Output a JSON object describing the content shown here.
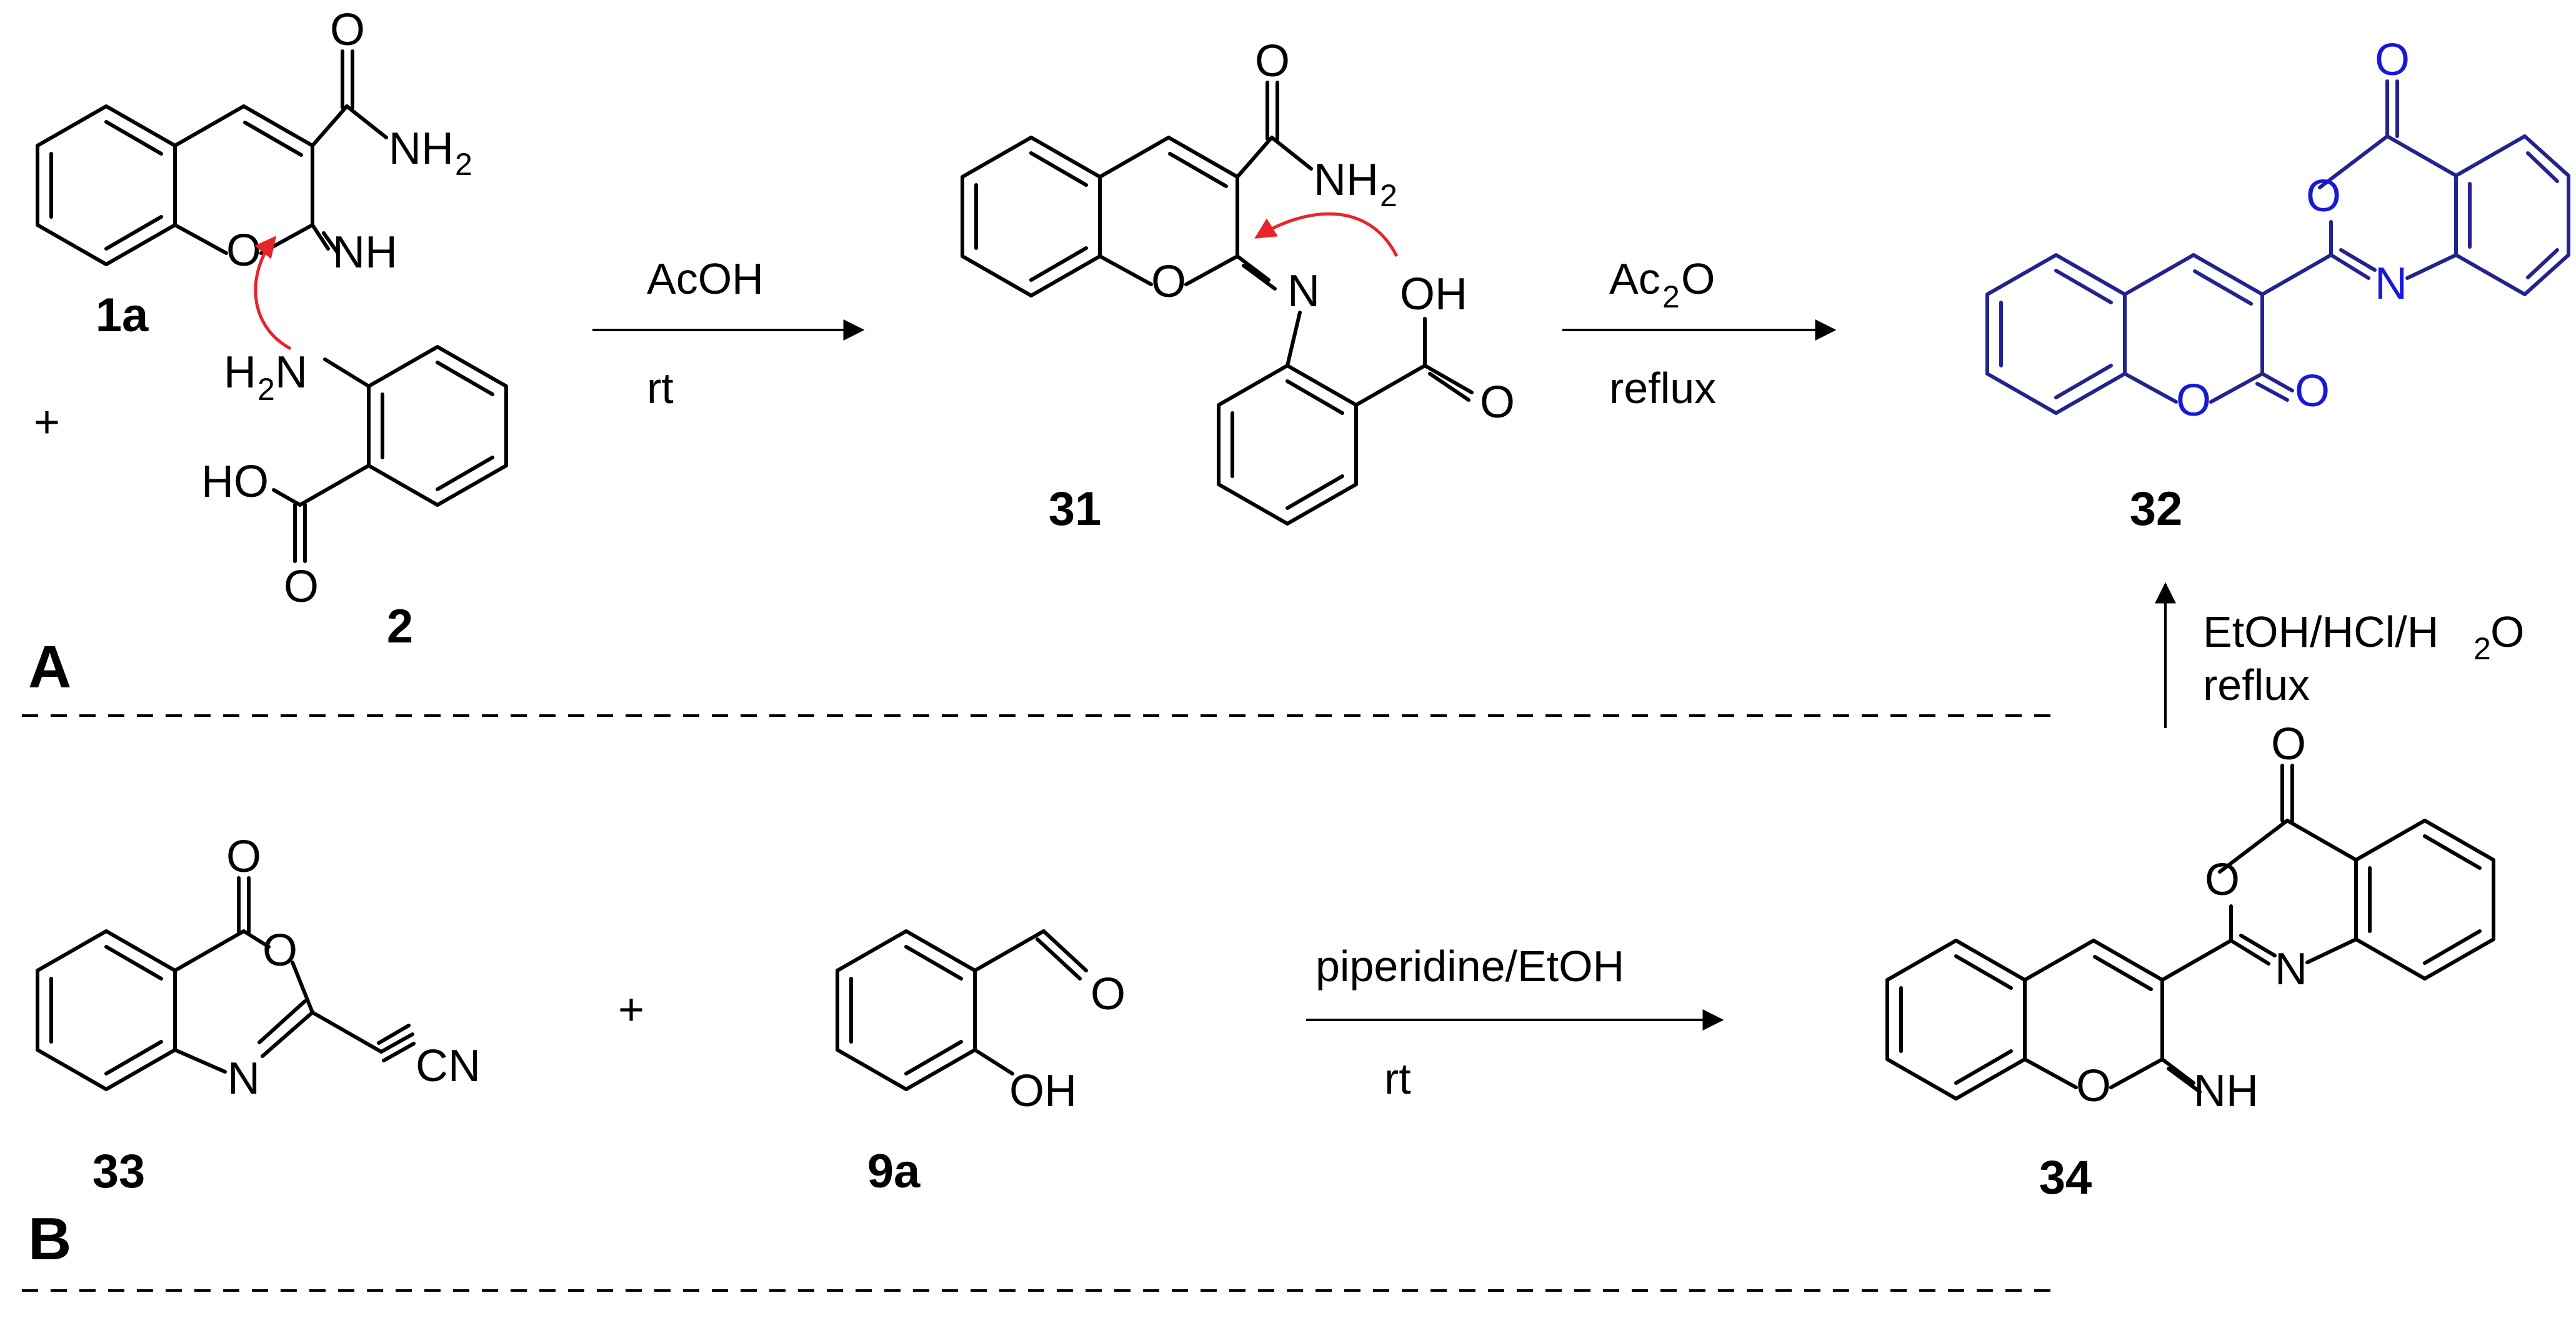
{
  "panels": {
    "a": "A",
    "b": "B"
  },
  "compounds": {
    "c1a": "1a",
    "c2": "2",
    "c31": "31",
    "c32": "32",
    "c33": "33",
    "c9a": "9a",
    "c34": "34"
  },
  "conditions": {
    "step1_top": "AcOH",
    "step1_bottom": "rt",
    "step2_top_main": "Ac",
    "step2_top_sub": "2",
    "step2_top_end": "O",
    "step2_bottom": "reflux",
    "step3_line1_main": "EtOH/HCl/H",
    "step3_line1_sub": "2",
    "step3_line1_end": "O",
    "step3_line2": "reflux",
    "step4_top": "piperidine/EtOH",
    "step4_bottom": "rt"
  },
  "atoms": {
    "o": "O",
    "n": "N",
    "nh": "NH",
    "nh2_main": "NH",
    "nh2_sub": "2",
    "h2n_h": "H",
    "h2n_sub": "2",
    "h2n_n": "N",
    "ho": "HO",
    "oh": "OH",
    "cn": "CN"
  },
  "operators": {
    "plus": "+"
  },
  "colors": {
    "product_highlight": "#1818d8",
    "product_bonds": "#23238f",
    "electron_arrow": "#e8242b"
  }
}
